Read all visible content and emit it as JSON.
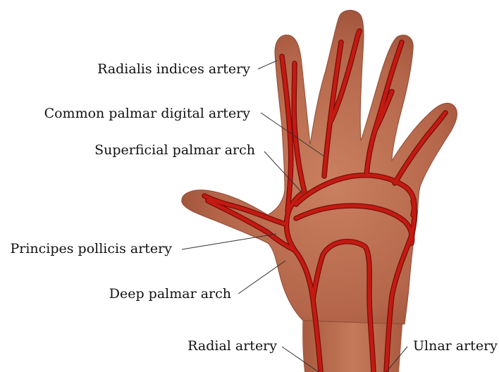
{
  "labels": {
    "radialis_indices": "Radialis indices artery",
    "common_palmar_digital": "Common palmar digital artery",
    "superficial_palmar_arch": "Superficial palmar arch",
    "princeps_pollicis": "Principes pollicis artery",
    "deep_palmar_arch": "Deep palmar arch",
    "radial_artery": "Radial artery",
    "ulnar_artery": "Ulnar artery"
  },
  "colors": {
    "artery": "#c41a12",
    "skin": "#b8694a",
    "label_text": "#111111"
  }
}
